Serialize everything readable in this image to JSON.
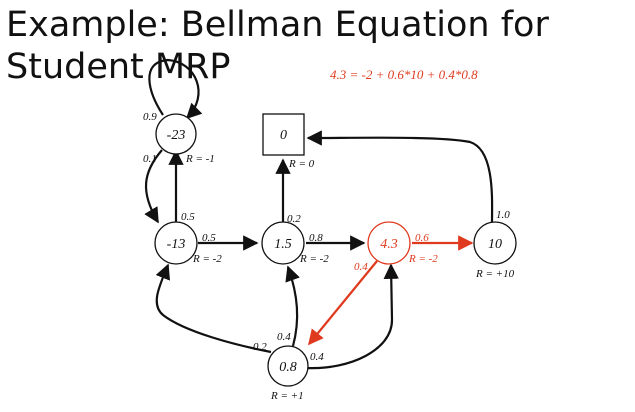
{
  "title": "Example: Bellman Equation for Student MRP",
  "equation": "4.3 = -2 + 0.6*10 + 0.4*0.8",
  "colors": {
    "highlight": "#e03a1e",
    "ink": "#111111"
  },
  "nodes": {
    "n_neg23": {
      "value": "-23",
      "reward": "R = -1"
    },
    "n_terminal": {
      "value": "0",
      "reward": "R = 0"
    },
    "n_neg13": {
      "value": "-13",
      "reward": "R = -2"
    },
    "n_1_5": {
      "value": "1.5",
      "reward": "R = -2"
    },
    "n_4_3": {
      "value": "4.3",
      "reward": "R = -2"
    },
    "n_10": {
      "value": "10",
      "reward": "R = +10"
    },
    "n_0_8": {
      "value": "0.8",
      "reward": "R = +1"
    }
  },
  "probabilities": {
    "self_loop": "0.9",
    "neg23_to_neg13": "0.1",
    "neg13_to_neg23": "0.5",
    "neg13_to_1_5": "0.5",
    "one5_to_terminal": "0.2",
    "one5_to_4_3": "0.8",
    "four3_to_10": "0.6",
    "four3_to_0_8": "0.4",
    "ten_to_terminal": "1.0",
    "zero8_to_neg13": "0.2",
    "zero8_to_1_5": "0.4",
    "zero8_to_4_3": "0.4"
  }
}
